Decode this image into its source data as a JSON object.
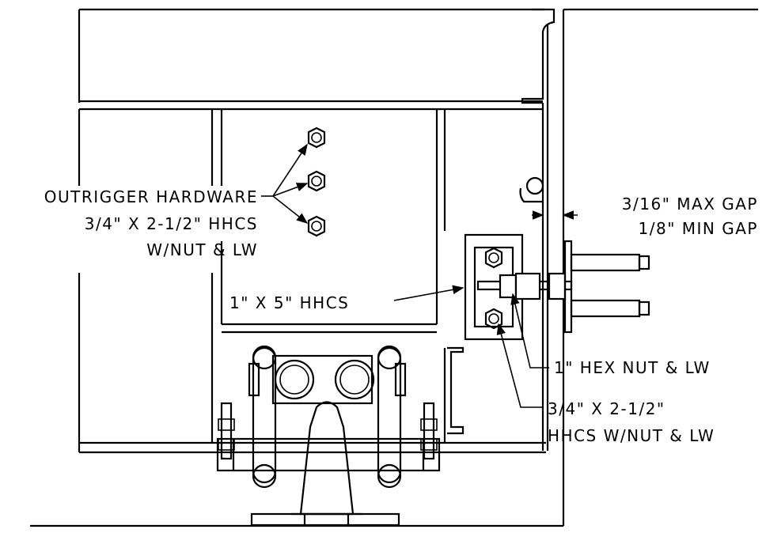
{
  "callouts": {
    "outrigger": {
      "line1": "OUTRIGGER HARDWARE",
      "line2": "3/4\" X 2-1/2\" HHCS",
      "line3": "W/NUT & LW"
    },
    "max_gap": "3/16\" MAX GAP",
    "min_gap": "1/8\" MIN GAP",
    "hhcs_1x5": "1\" X 5\" HHCS",
    "hex_nut": "1\" HEX NUT & LW",
    "hhcs_34": {
      "line1": "3/4\" X 2-1/2\"",
      "line2": "HHCS W/NUT & LW"
    }
  }
}
